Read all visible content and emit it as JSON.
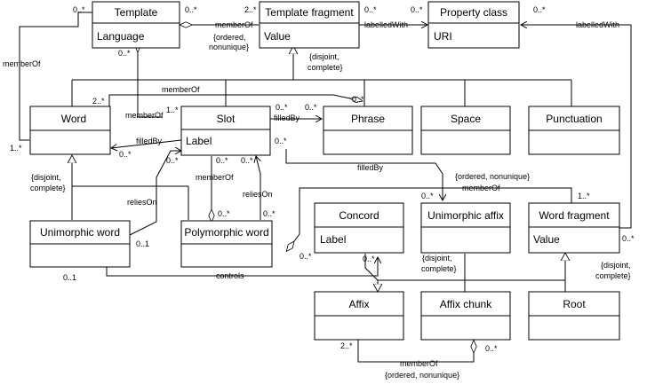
{
  "classes": {
    "template": {
      "name": "Template",
      "attribute": "Language"
    },
    "template_fragment": {
      "name": "Template fragment",
      "attribute": "Value"
    },
    "property_class": {
      "name": "Property class",
      "attribute": "URI"
    },
    "word": {
      "name": "Word",
      "attribute": ""
    },
    "slot": {
      "name": "Slot",
      "attribute": "Label"
    },
    "phrase": {
      "name": "Phrase",
      "attribute": ""
    },
    "space": {
      "name": "Space",
      "attribute": ""
    },
    "punctuation": {
      "name": "Punctuation",
      "attribute": ""
    },
    "unimorphic_word": {
      "name": "Unimorphic word",
      "attribute": ""
    },
    "polymorphic_word": {
      "name": "Polymorphic word",
      "attribute": ""
    },
    "concord": {
      "name": "Concord",
      "attribute": "Label"
    },
    "unimorphic_affix": {
      "name": "Unimorphic affix",
      "attribute": ""
    },
    "word_fragment": {
      "name": "Word fragment",
      "attribute": "Value"
    },
    "affix": {
      "name": "Affix",
      "attribute": ""
    },
    "affix_chunk": {
      "name": "Affix chunk",
      "attribute": ""
    },
    "root": {
      "name": "Root",
      "attribute": ""
    }
  },
  "labels": {
    "m_template_left": "0..*",
    "m_template_right": "0..*",
    "m_tf_left": "2..*",
    "m_tf_right": "0..*",
    "m_pc_left": "0..*",
    "m_pc_right": "0..*",
    "m_template_bottom": "0..*",
    "memberof_tpl_tf": "memberOf",
    "ordered_nonunique_1a": "{ordered,",
    "ordered_nonunique_1b": "nonunique}",
    "labelledwith_tf_pc": "labelledWith",
    "labelledwith_wf_pc": "labelledWith",
    "disjoint_complete_tf_a": "{disjoint,",
    "disjoint_complete_tf_b": "complete}",
    "memberof_word_template": "memberOf",
    "m_word_left_top": "1..*",
    "memberof_word_phrase": "memberOf",
    "m_word_top": "2..*",
    "m_phrase_diamond": "0..*",
    "memberof_slot_template": "memberOf",
    "m_slot_top": "1..*",
    "filledby_slot_phrase": "filledBy",
    "m_slot_phrase_a": "0..*",
    "m_slot_phrase_b": "0..*",
    "filledby_slot_word": "filledBy",
    "m_word_filled": "0..*",
    "m_slot_left": "0..*",
    "m_slot_b1": "0..*",
    "m_slot_b2": "0..*",
    "m_slot_b3": "0..*",
    "m_slot_right": "0..*",
    "disjoint_complete_word_a": "{disjoint,",
    "disjoint_complete_word_b": "complete}",
    "relieson_uw": "reliesOn",
    "m_uw_relies": "0..1",
    "memberof_slot_pw": "memberOf",
    "m_pw_diamond": "0..*",
    "relieson_pw": "reliesOn",
    "m_pw_relies": "0..*",
    "filledby_slot_affix": "filledBy",
    "ordered_nonunique_2": "{ordered, nonunique}",
    "memberof_wf_pw": "memberOf",
    "m_ua_arrow": "0..*",
    "m_wf_top": "1..*",
    "m_pw_wf": "0..*",
    "m_pc_wf": "0..*",
    "controls": "controls",
    "m_uw_controls": "0..1",
    "m_concord_controls": "0..*",
    "disjoint_complete_affix_a": "{disjoint,",
    "disjoint_complete_affix_b": "complete}",
    "disjoint_complete_wf_a": "{disjoint,",
    "disjoint_complete_wf_b": "complete}",
    "m_affix_bottom": "2..*",
    "m_chunk_bottom": "0..*",
    "memberof_affix_chunk": "memberOf",
    "ordered_nonunique_3": "{ordered, nonunique}"
  }
}
